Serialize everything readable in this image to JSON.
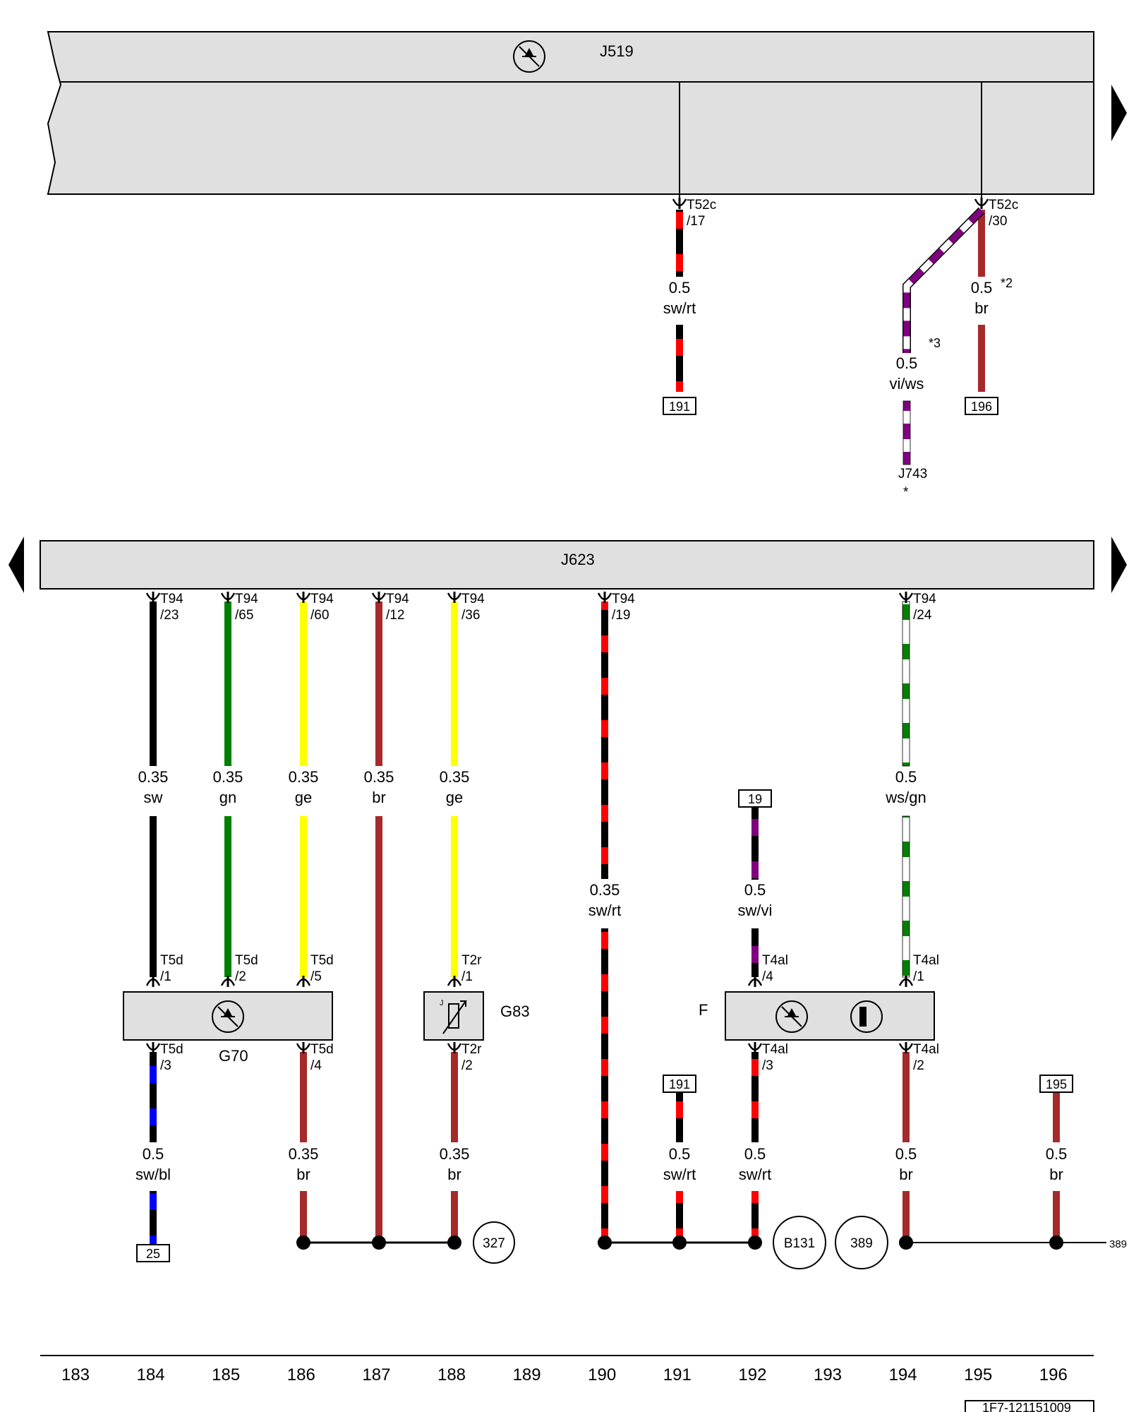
{
  "colors": {
    "sw": "#000000",
    "rt": "#ff0000",
    "br": "#a52a2a",
    "gn": "#008000",
    "ge": "#ffff00",
    "bl": "#0000ff",
    "vi": "#800080",
    "ws": "#ffffff",
    "component_fill": "#e0e0e0",
    "outline": "#000000"
  },
  "controllers": {
    "top": {
      "label": "J519",
      "icon": "control-unit-icon"
    },
    "middle": {
      "label": "J623"
    }
  },
  "connectors": {
    "t52c_17": {
      "name": "T52c",
      "pin": "/17"
    },
    "t52c_30": {
      "name": "T52c",
      "pin": "/30"
    },
    "t94_23": {
      "name": "T94",
      "pin": "/23"
    },
    "t94_65": {
      "name": "T94",
      "pin": "/65"
    },
    "t94_60": {
      "name": "T94",
      "pin": "/60"
    },
    "t94_12": {
      "name": "T94",
      "pin": "/12"
    },
    "t94_36": {
      "name": "T94",
      "pin": "/36"
    },
    "t94_19": {
      "name": "T94",
      "pin": "/19"
    },
    "t94_24": {
      "name": "T94",
      "pin": "/24"
    },
    "t5d_1": {
      "name": "T5d",
      "pin": "/1"
    },
    "t5d_2": {
      "name": "T5d",
      "pin": "/2"
    },
    "t5d_5": {
      "name": "T5d",
      "pin": "/5"
    },
    "t5d_3": {
      "name": "T5d",
      "pin": "/3"
    },
    "t5d_4": {
      "name": "T5d",
      "pin": "/4"
    },
    "t2r_1": {
      "name": "T2r",
      "pin": "/1"
    },
    "t2r_2": {
      "name": "T2r",
      "pin": "/2"
    },
    "t4al_4": {
      "name": "T4al",
      "pin": "/4"
    },
    "t4al_1": {
      "name": "T4al",
      "pin": "/1"
    },
    "t4al_3": {
      "name": "T4al",
      "pin": "/3"
    },
    "t4al_2": {
      "name": "T4al",
      "pin": "/2"
    }
  },
  "wires": {
    "w191_top": {
      "size": "0.5",
      "color": "sw/rt"
    },
    "w195_top": {
      "size": "0.5",
      "color": "br",
      "note": "*2"
    },
    "w194_top": {
      "size": "0.5",
      "color": "vi/ws",
      "note": "*3"
    },
    "w184_up": {
      "size": "0.35",
      "color": "sw"
    },
    "w185_up": {
      "size": "0.35",
      "color": "gn"
    },
    "w186_up": {
      "size": "0.35",
      "color": "ge"
    },
    "w187": {
      "size": "0.35",
      "color": "br"
    },
    "w188_up": {
      "size": "0.35",
      "color": "ge"
    },
    "w190": {
      "size": "0.35",
      "color": "sw/rt"
    },
    "w192_up": {
      "size": "0.5",
      "color": "sw/vi"
    },
    "w194_up": {
      "size": "0.5",
      "color": "ws/gn"
    },
    "w184_dn": {
      "size": "0.5",
      "color": "sw/bl"
    },
    "w186_dn": {
      "size": "0.35",
      "color": "br"
    },
    "w188_dn": {
      "size": "0.35",
      "color": "br"
    },
    "w191_dn": {
      "size": "0.5",
      "color": "sw/rt"
    },
    "w192_dn": {
      "size": "0.5",
      "color": "sw/rt"
    },
    "w194_dn": {
      "size": "0.5",
      "color": "br"
    },
    "w196_dn": {
      "size": "0.5",
      "color": "br"
    }
  },
  "references": {
    "r191_top": "191",
    "r196_top": "196",
    "r19": "19",
    "r191": "191",
    "r195": "195",
    "r25": "25"
  },
  "components": {
    "j743": {
      "label": "J743",
      "note": "*"
    },
    "g70": {
      "label": "G70"
    },
    "g83": {
      "label": "G83",
      "sub": "J"
    },
    "f": {
      "label": "F"
    }
  },
  "grounds": {
    "g327": "327",
    "b131": "B131",
    "g389": "389",
    "right_ref": "389"
  },
  "columns": [
    "183",
    "184",
    "185",
    "186",
    "187",
    "188",
    "189",
    "190",
    "191",
    "192",
    "193",
    "194",
    "195",
    "196"
  ],
  "doc_id": "1F7-121151009"
}
